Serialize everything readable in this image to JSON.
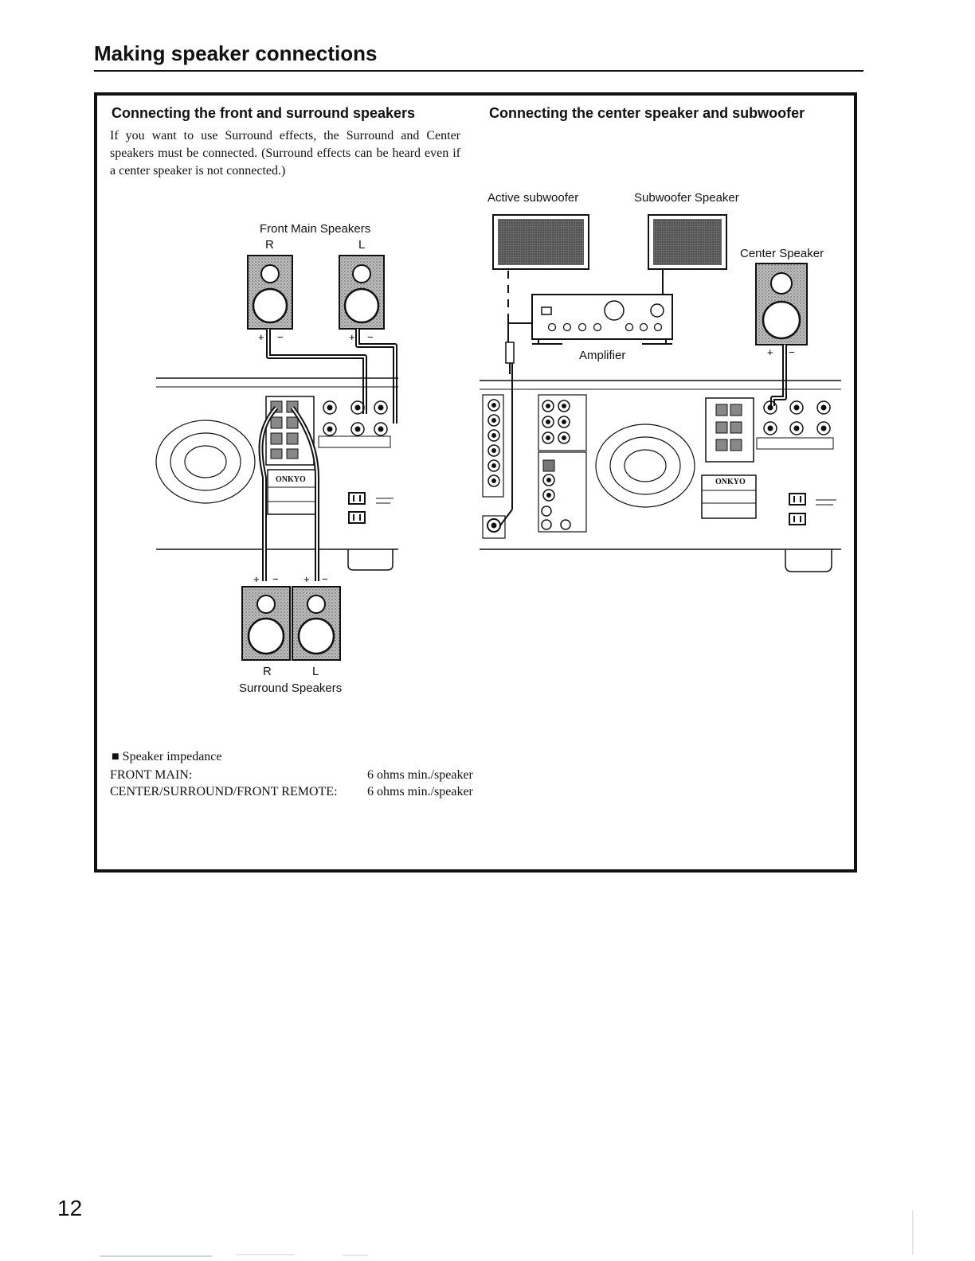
{
  "page": {
    "title": "Making speaker connections",
    "page_number": "12"
  },
  "left": {
    "heading": "Connecting the front and surround speakers",
    "intro": "If you want to use Surround effects, the Surround and Center speakers must be connected. (Surround effects can be heard even if a center speaker is not connected.)",
    "front_label": "Front Main Speakers",
    "front_r": "R",
    "front_l": "L",
    "surround_r": "R",
    "surround_l": "L",
    "surround_label": "Surround Speakers"
  },
  "right": {
    "heading": "Connecting the center speaker and subwoofer",
    "active_sub": "Active subwoofer",
    "sub_speaker": "Subwoofer Speaker",
    "center_speaker": "Center Speaker",
    "amplifier": "Amplifier"
  },
  "impedance": {
    "heading": "Speaker impedance",
    "rows": [
      {
        "label": "FRONT MAIN:",
        "value": "6 ohms min./speaker"
      },
      {
        "label": "CENTER/SURROUND/FRONT REMOTE:",
        "value": "6 ohms min./speaker"
      }
    ]
  },
  "brand": "ONKYO"
}
